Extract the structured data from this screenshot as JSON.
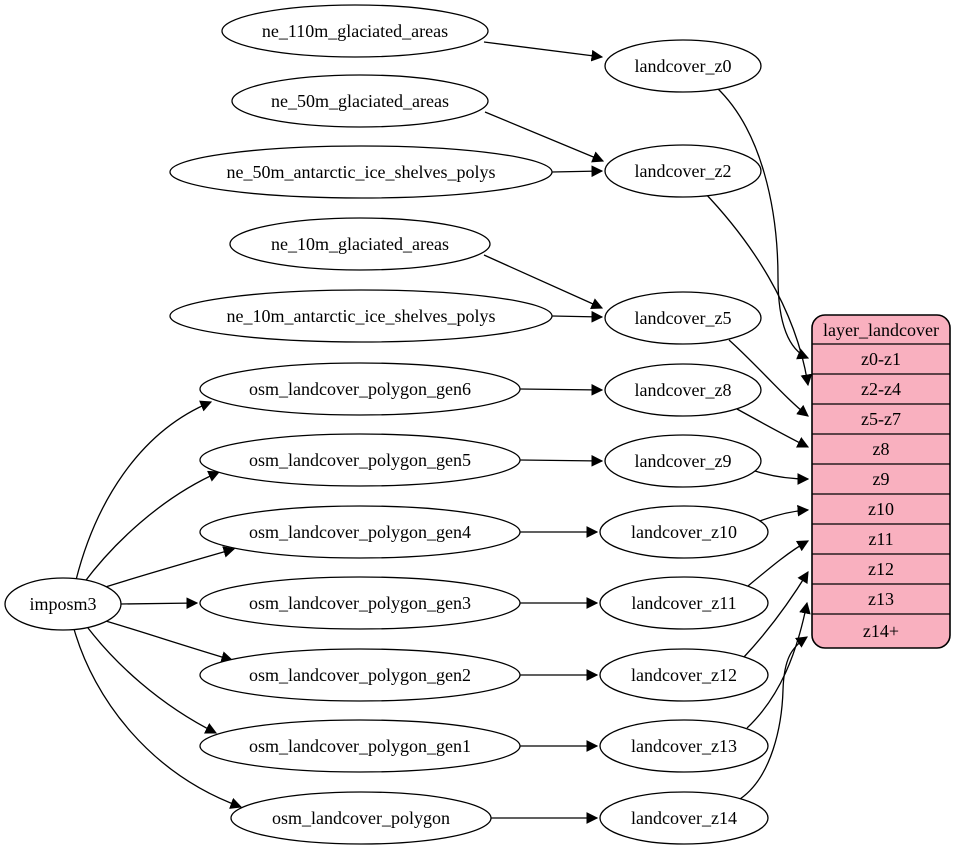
{
  "diagram": {
    "kind": "etl-dependency-graph",
    "background_color": "#ffffff",
    "edge_color": "#000000",
    "node_fill": "#ffffff",
    "node_stroke": "#000000"
  },
  "importer": {
    "label": "imposm3"
  },
  "sources": [
    {
      "label": "ne_110m_glaciated_areas"
    },
    {
      "label": "ne_50m_glaciated_areas"
    },
    {
      "label": "ne_50m_antarctic_ice_shelves_polys"
    },
    {
      "label": "ne_10m_glaciated_areas"
    },
    {
      "label": "ne_10m_antarctic_ice_shelves_polys"
    },
    {
      "label": "osm_landcover_polygon_gen6"
    },
    {
      "label": "osm_landcover_polygon_gen5"
    },
    {
      "label": "osm_landcover_polygon_gen4"
    },
    {
      "label": "osm_landcover_polygon_gen3"
    },
    {
      "label": "osm_landcover_polygon_gen2"
    },
    {
      "label": "osm_landcover_polygon_gen1"
    },
    {
      "label": "osm_landcover_polygon"
    }
  ],
  "transforms": [
    {
      "label": "landcover_z0"
    },
    {
      "label": "landcover_z2"
    },
    {
      "label": "landcover_z5"
    },
    {
      "label": "landcover_z8"
    },
    {
      "label": "landcover_z9"
    },
    {
      "label": "landcover_z10"
    },
    {
      "label": "landcover_z11"
    },
    {
      "label": "landcover_z12"
    },
    {
      "label": "landcover_z13"
    },
    {
      "label": "landcover_z14"
    }
  ],
  "layer_table": {
    "header": "layer_landcover",
    "fill": "#f9b0bf",
    "rows": [
      {
        "label": "z0-z1"
      },
      {
        "label": "z2-z4"
      },
      {
        "label": "z5-z7"
      },
      {
        "label": "z8"
      },
      {
        "label": "z9"
      },
      {
        "label": "z10"
      },
      {
        "label": "z11"
      },
      {
        "label": "z12"
      },
      {
        "label": "z13"
      },
      {
        "label": "z14+"
      }
    ]
  },
  "edges": [
    {
      "from": "ne_110m_glaciated_areas",
      "to": "landcover_z0"
    },
    {
      "from": "ne_50m_glaciated_areas",
      "to": "landcover_z2"
    },
    {
      "from": "ne_50m_antarctic_ice_shelves_polys",
      "to": "landcover_z2"
    },
    {
      "from": "ne_10m_glaciated_areas",
      "to": "landcover_z5"
    },
    {
      "from": "ne_10m_antarctic_ice_shelves_polys",
      "to": "landcover_z5"
    },
    {
      "from": "osm_landcover_polygon_gen6",
      "to": "landcover_z8"
    },
    {
      "from": "osm_landcover_polygon_gen5",
      "to": "landcover_z9"
    },
    {
      "from": "osm_landcover_polygon_gen4",
      "to": "landcover_z10"
    },
    {
      "from": "osm_landcover_polygon_gen3",
      "to": "landcover_z11"
    },
    {
      "from": "osm_landcover_polygon_gen2",
      "to": "landcover_z12"
    },
    {
      "from": "osm_landcover_polygon_gen1",
      "to": "landcover_z13"
    },
    {
      "from": "osm_landcover_polygon",
      "to": "landcover_z14"
    },
    {
      "from": "imposm3",
      "to": "osm_landcover_polygon_gen6"
    },
    {
      "from": "imposm3",
      "to": "osm_landcover_polygon_gen5"
    },
    {
      "from": "imposm3",
      "to": "osm_landcover_polygon_gen4"
    },
    {
      "from": "imposm3",
      "to": "osm_landcover_polygon_gen3"
    },
    {
      "from": "imposm3",
      "to": "osm_landcover_polygon_gen2"
    },
    {
      "from": "imposm3",
      "to": "osm_landcover_polygon_gen1"
    },
    {
      "from": "imposm3",
      "to": "osm_landcover_polygon"
    },
    {
      "from": "landcover_z0",
      "to": "z0-z1"
    },
    {
      "from": "landcover_z2",
      "to": "z2-z4"
    },
    {
      "from": "landcover_z5",
      "to": "z5-z7"
    },
    {
      "from": "landcover_z8",
      "to": "z8"
    },
    {
      "from": "landcover_z9",
      "to": "z9"
    },
    {
      "from": "landcover_z10",
      "to": "z10"
    },
    {
      "from": "landcover_z11",
      "to": "z11"
    },
    {
      "from": "landcover_z12",
      "to": "z12"
    },
    {
      "from": "landcover_z13",
      "to": "z13"
    },
    {
      "from": "landcover_z14",
      "to": "z14+"
    }
  ]
}
